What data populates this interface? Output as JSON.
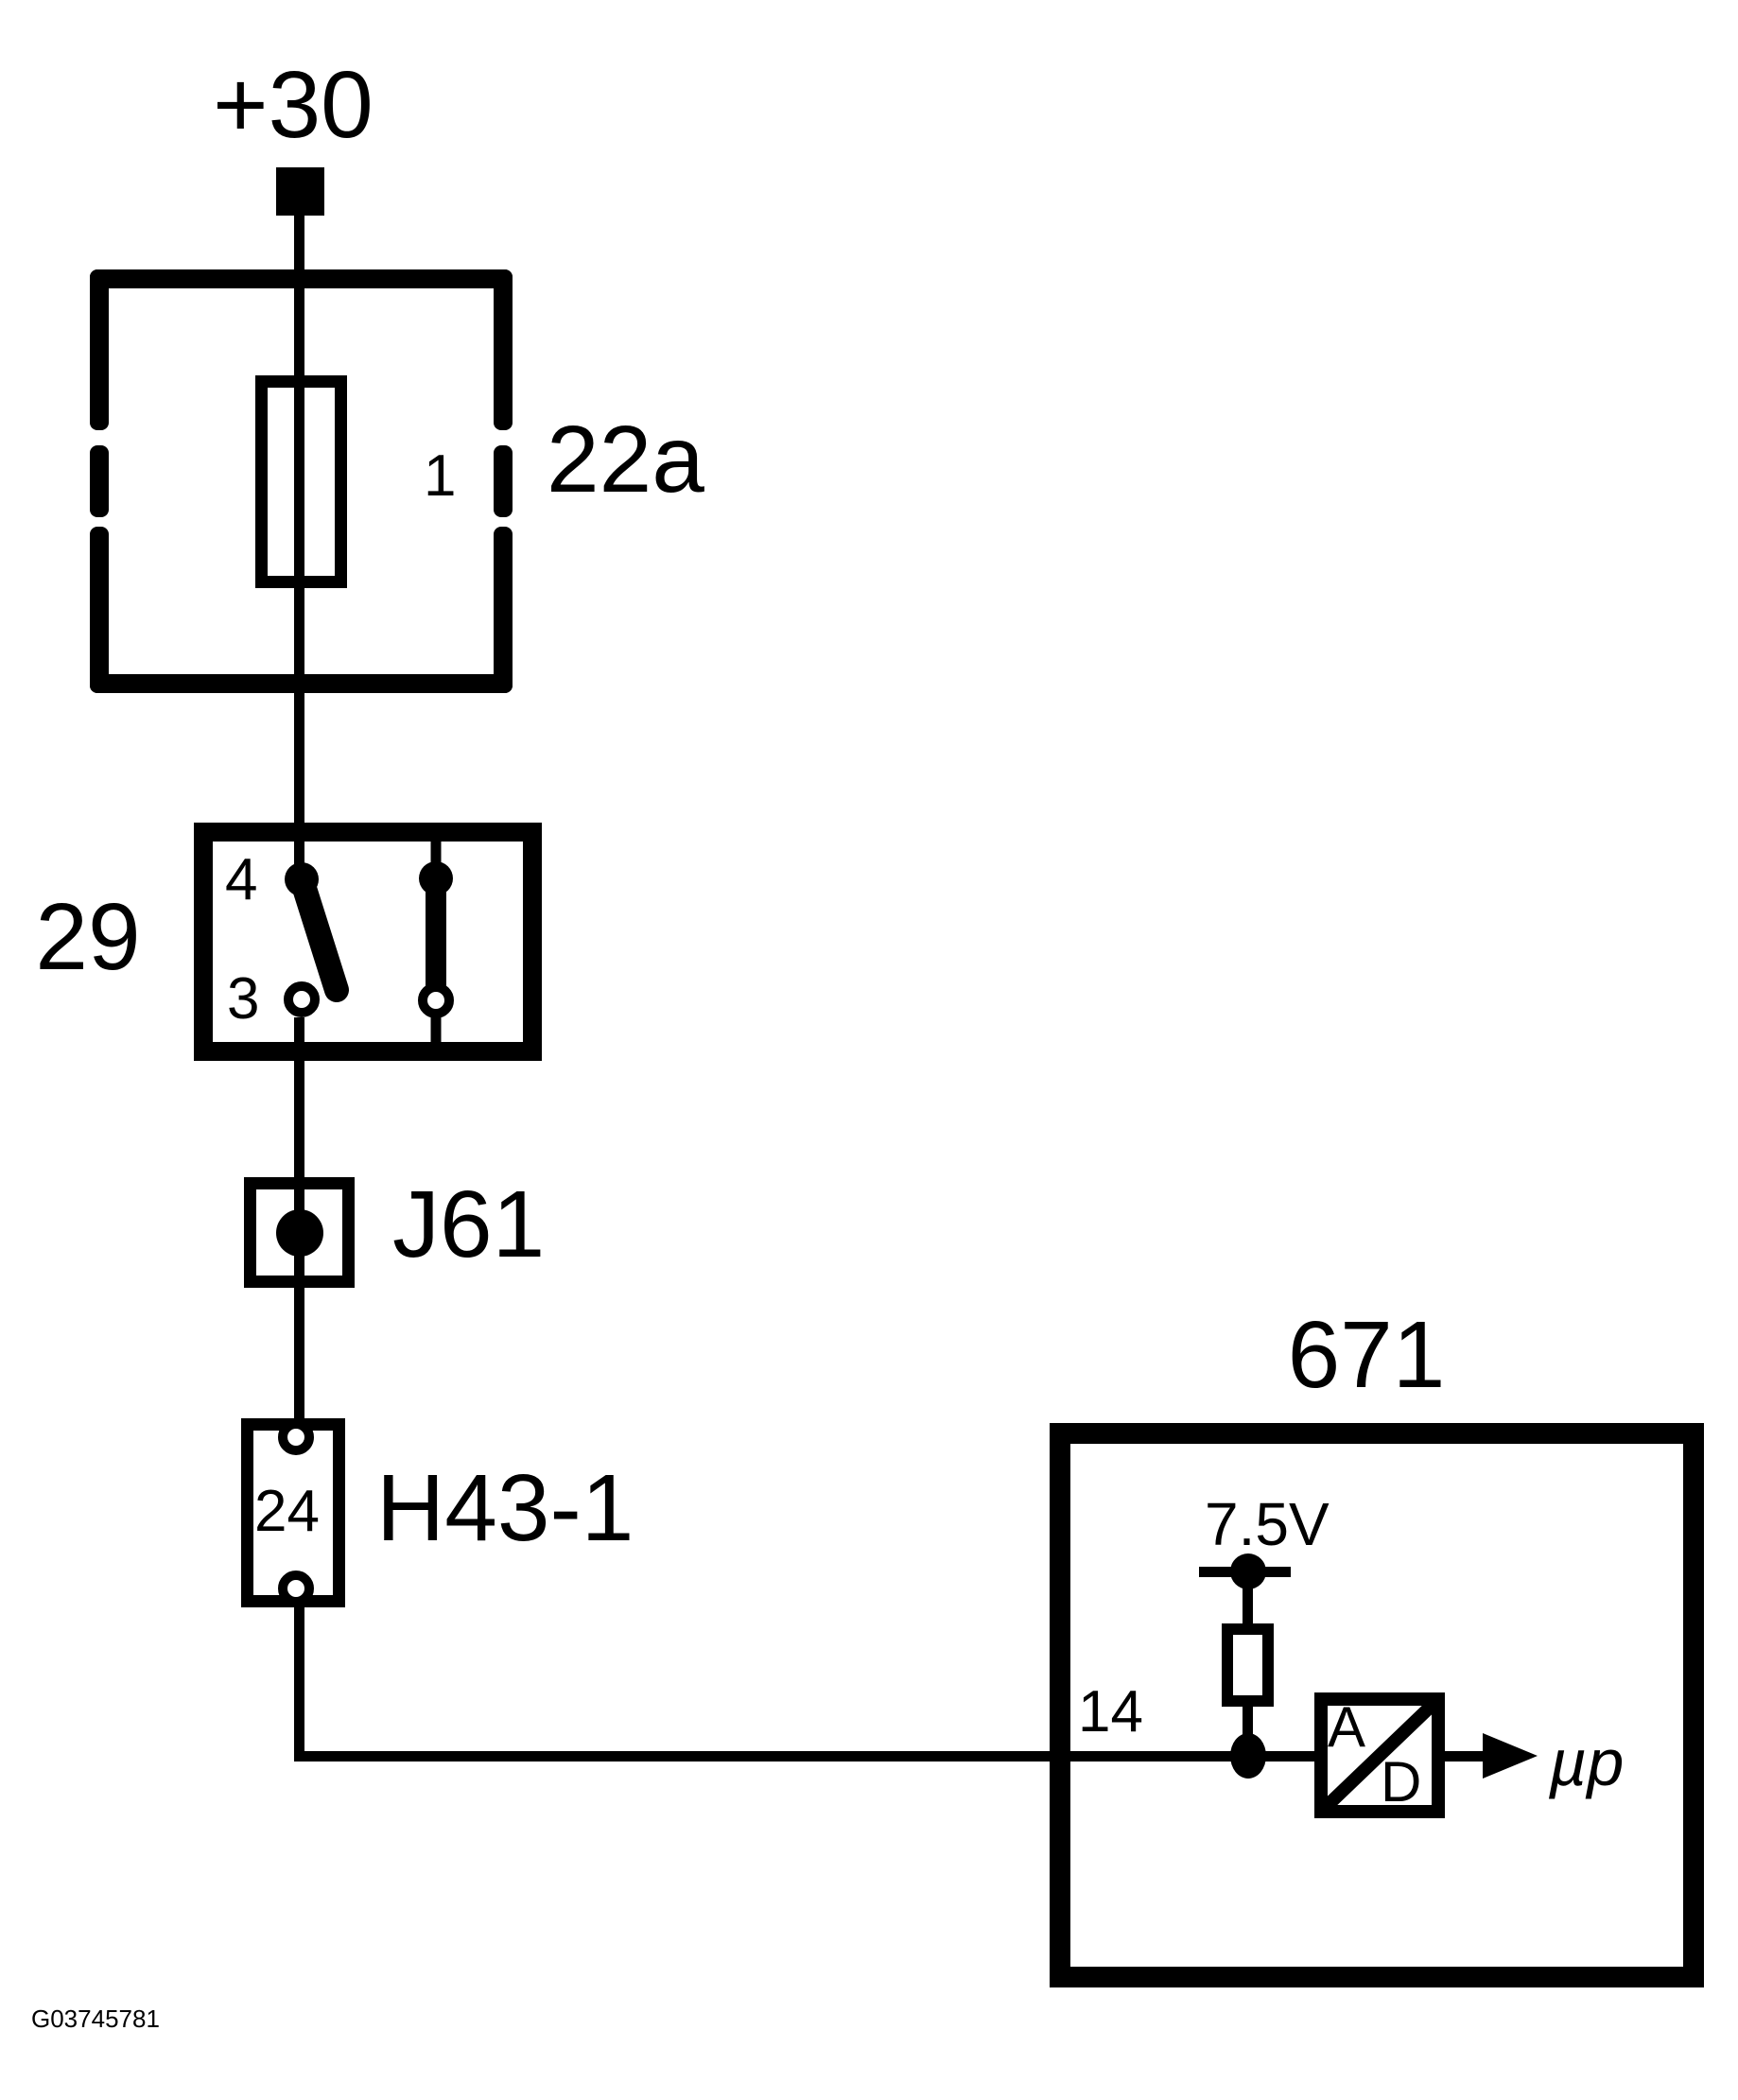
{
  "diagram": {
    "power_label": "+30",
    "figure_id": "G03745781",
    "fuse_box": {
      "id_label": "22a",
      "pin": "1"
    },
    "switch": {
      "id_label": "29",
      "pin_top": "4",
      "pin_bottom": "3"
    },
    "junction": {
      "id_label": "J61"
    },
    "connector": {
      "id_label": "H43-1",
      "pin": "24"
    },
    "control_unit": {
      "id_label": "671",
      "pin": "14",
      "voltage_label": "7.5V",
      "ad_converter": {
        "top_label": "A",
        "bottom_label": "D"
      },
      "output_label": "µp"
    },
    "colors": {
      "line": "#000000",
      "background": "#ffffff"
    }
  }
}
